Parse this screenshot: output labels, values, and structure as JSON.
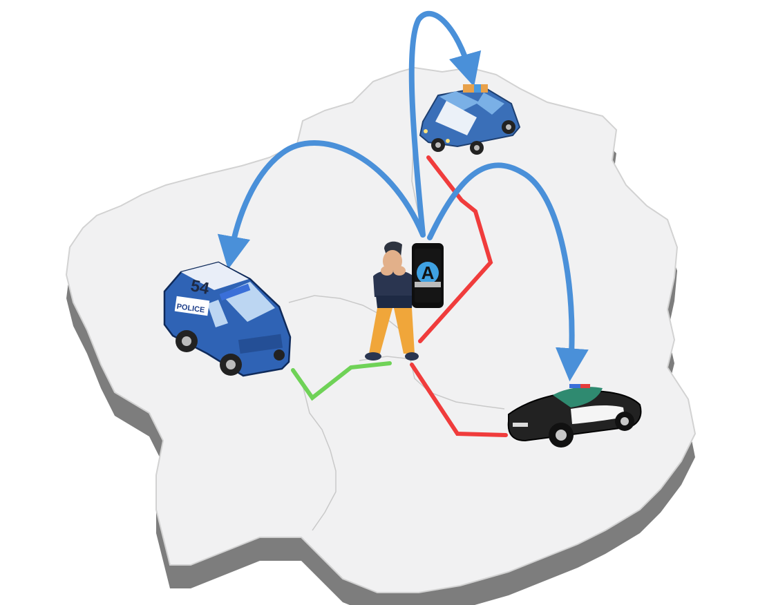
{
  "colors": {
    "background": "#ffffff",
    "map_top": "#f1f1f2",
    "map_side": "#7d7d7d",
    "map_edge": "#d2d2d2",
    "region_border": "#c9c9c9",
    "alert_arrow": "#4a90d9",
    "red_route": "#f03c3c",
    "green_route": "#6fd257"
  },
  "icons": {
    "person": "worried-person-icon",
    "phone": "smartphone-alert-app-icon",
    "van": "police-van-icon",
    "sedan": "blue-police-sedan-icon",
    "sports_car": "black-police-sports-car-icon"
  },
  "van_number": "54",
  "van_text": "POLICE",
  "app_letter": "A"
}
